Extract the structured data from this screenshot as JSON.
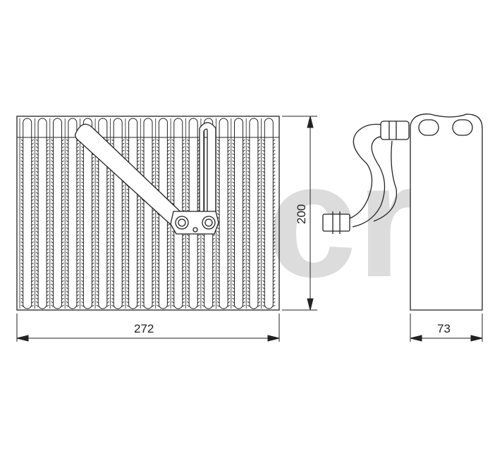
{
  "diagram": {
    "dimensions": {
      "width": "272",
      "height": "200",
      "depth": "73"
    },
    "watermark": {
      "text": "cr",
      "registered_mark": "®"
    }
  },
  "colors": {
    "line": "#222222",
    "watermark": "#dcdcdc",
    "background": "#ffffff"
  }
}
